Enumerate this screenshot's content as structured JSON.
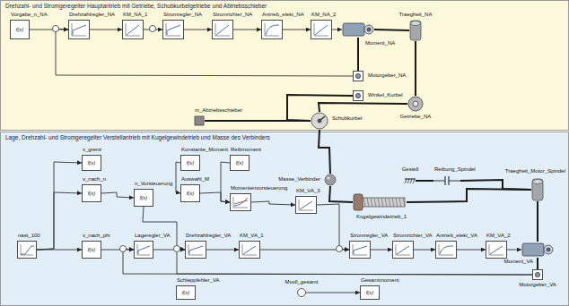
{
  "diagram": {
    "nodes": [
      {
        "text": [
          "Drehzahl- und Stromgeregelter Hauptantrieb mit Getriebe, Schubkurbelgetriebe und Abtriebsschieber"
        ]
      },
      {
        "text": [
          "Vorgabe_n_NA",
          "f(x)"
        ],
        "in": 0
      },
      {
        "text": [
          "Drehzahlregler_NA"
        ],
        "in": 0
      },
      {
        "text": [
          "KM_NA_1"
        ],
        "in": 0
      },
      {
        "text": [
          "Stromregler_NA"
        ],
        "in": 0
      },
      {
        "text": [
          "Stromrichter_NA"
        ],
        "in": 0
      },
      {
        "text": [
          "Antrieb_elekt_NA"
        ],
        "in": 0
      },
      {
        "text": [
          "KM_NA_2"
        ],
        "in": 0
      },
      {
        "text": [
          "Moment_NA"
        ],
        "in": 0
      },
      {
        "text": [
          "Traegheit_NA"
        ],
        "in": 0
      },
      {
        "text": [
          "Motorgeber_NA"
        ],
        "in": 0
      },
      {
        "text": [
          "Winkel_Kurbel"
        ],
        "in": 0
      },
      {
        "text": [
          "Getriebe_NA"
        ],
        "in": 0
      },
      {
        "text": [
          "m_Abtriebsschieber"
        ],
        "in": 0
      },
      {
        "text": [
          "Schubkurbel"
        ],
        "in": 0
      },
      {
        "text": [
          "Lage, Drehzahl- und Stromgeregelter Verstellantrieb mit Kugelgewindetrieb und Masse des Verbinders"
        ]
      },
      {
        "text": [
          "v_grenz",
          "f(x)"
        ],
        "in": 15
      },
      {
        "text": [
          "v_nach_n",
          "f(x)"
        ],
        "in": 15
      },
      {
        "text": [
          "n_Vorsteuerung",
          "f(x)"
        ],
        "in": 15
      },
      {
        "text": [
          "Konstante_Moment",
          "f(x)"
        ],
        "in": 15
      },
      {
        "text": [
          "Reibmoment",
          "f(x)"
        ],
        "in": 15
      },
      {
        "text": [
          "Auswahl_M",
          "f(x)"
        ],
        "in": 15
      },
      {
        "text": [
          "Momentenvorsteuerung"
        ],
        "in": 15
      },
      {
        "text": [
          "KM_VA_3"
        ],
        "in": 15
      },
      {
        "text": [
          "Masse_Verbinder"
        ],
        "in": 15
      },
      {
        "text": [
          "Gestell"
        ],
        "in": 15
      },
      {
        "text": [
          "Reibung_Spindel"
        ],
        "in": 15
      },
      {
        "text": [
          "Traegheit_Motor_Spindel"
        ],
        "in": 15
      },
      {
        "text": [
          "Kugelgewindetrieb_1"
        ],
        "in": 15
      },
      {
        "text": [
          "nast_100"
        ],
        "in": 15
      },
      {
        "text": [
          "v_nach_phi",
          "f(x)"
        ],
        "in": 15
      },
      {
        "text": [
          "Lageregler_VA"
        ],
        "in": 15
      },
      {
        "text": [
          "Drehzahlregler_VA"
        ],
        "in": 15
      },
      {
        "text": [
          "KM_VA_1"
        ],
        "in": 15
      },
      {
        "text": [
          "Stromregler_VA"
        ],
        "in": 15
      },
      {
        "text": [
          "Stromrichter_VA"
        ],
        "in": 15
      },
      {
        "text": [
          "Antrieb_elekt_VA"
        ],
        "in": 15
      },
      {
        "text": [
          "KM_VA_2"
        ],
        "in": 15
      },
      {
        "text": [
          "Moment_VA"
        ],
        "in": 15
      },
      {
        "text": [
          "Schleppfehler_VA",
          "f(x)"
        ],
        "in": 15
      },
      {
        "text": [
          "Mvoll_gesamt"
        ],
        "in": 15
      },
      {
        "text": [
          "Gesamtmoment",
          "f(x)"
        ],
        "in": 15
      },
      {
        "text": [
          "Motorgeber_VA"
        ],
        "in": 15
      }
    ],
    "edges": [
      {
        "from": 1,
        "to": 2,
        "arrow": "to"
      },
      {
        "from": 2,
        "to": 3,
        "arrow": "to"
      },
      {
        "from": 3,
        "to": 4,
        "arrow": "to"
      },
      {
        "from": 4,
        "to": 5,
        "arrow": "to"
      },
      {
        "from": 5,
        "to": 6,
        "arrow": "to"
      },
      {
        "from": 6,
        "to": 7,
        "arrow": "to"
      },
      {
        "from": 7,
        "to": 8,
        "arrow": "to"
      },
      {
        "from": 8,
        "to": 9,
        "arrow": "none"
      },
      {
        "from": 9,
        "to": 12,
        "arrow": "none"
      },
      {
        "from": 12,
        "to": 14,
        "arrow": "none"
      },
      {
        "from": 13,
        "to": 14,
        "arrow": "none"
      },
      {
        "from": 11,
        "to": 14,
        "arrow": "none"
      },
      {
        "from": 10,
        "to": 8,
        "arrow": "none"
      },
      {
        "from": 10,
        "to": 2,
        "arrow": "to"
      },
      {
        "from": 14,
        "to": 24,
        "arrow": "none"
      },
      {
        "from": 29,
        "to": 30,
        "arrow": "to"
      },
      {
        "from": 30,
        "to": 31,
        "arrow": "to"
      },
      {
        "from": 31,
        "to": 32,
        "arrow": "to"
      },
      {
        "from": 32,
        "to": 33,
        "arrow": "to"
      },
      {
        "from": 33,
        "to": 34,
        "arrow": "to"
      },
      {
        "from": 34,
        "to": 35,
        "arrow": "to"
      },
      {
        "from": 35,
        "to": 36,
        "arrow": "to"
      },
      {
        "from": 36,
        "to": 37,
        "arrow": "to"
      },
      {
        "from": 37,
        "to": 38,
        "arrow": "to"
      },
      {
        "from": 29,
        "to": 17,
        "arrow": "to"
      },
      {
        "from": 29,
        "to": 16,
        "arrow": "to"
      },
      {
        "from": 17,
        "to": 18,
        "arrow": "to"
      },
      {
        "from": 18,
        "to": 32,
        "arrow": "to"
      },
      {
        "from": 19,
        "to": 21,
        "arrow": "to"
      },
      {
        "from": 21,
        "to": 22,
        "arrow": "to"
      },
      {
        "from": 20,
        "to": 22,
        "arrow": "to"
      },
      {
        "from": 22,
        "to": 23,
        "arrow": "to"
      },
      {
        "from": 23,
        "to": 34,
        "arrow": "to"
      },
      {
        "from": 28,
        "to": 24,
        "arrow": "none"
      },
      {
        "from": 27,
        "to": 28,
        "arrow": "none"
      },
      {
        "from": 26,
        "to": 27,
        "arrow": "none"
      },
      {
        "from": 25,
        "to": 26,
        "arrow": "none"
      },
      {
        "from": 38,
        "to": 27,
        "arrow": "none"
      },
      {
        "from": 42,
        "to": 38,
        "arrow": "none"
      },
      {
        "from": 42,
        "to": 31,
        "arrow": "to"
      },
      {
        "from": 42,
        "to": 32,
        "arrow": "to"
      },
      {
        "from": 40,
        "to": 41,
        "arrow": "to"
      }
    ]
  }
}
